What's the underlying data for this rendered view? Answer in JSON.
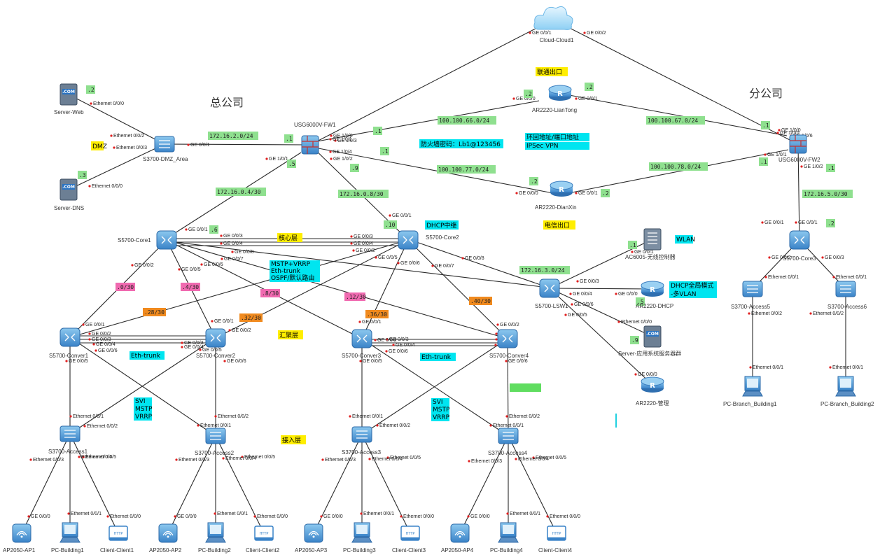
{
  "titles": {
    "hq": "总公司",
    "branch": "分公司"
  },
  "devices": [
    {
      "id": "cloud",
      "type": "cloud",
      "label": "Cloud-Cloud1"
    },
    {
      "id": "fw1",
      "type": "firewall",
      "label": "USG6000V-FW1"
    },
    {
      "id": "fw2",
      "type": "firewall",
      "label": "USG6000V-FW2"
    },
    {
      "id": "lt",
      "type": "router",
      "label": "AR2220-LianTong"
    },
    {
      "id": "dx",
      "type": "router",
      "label": "AR2220-DianXin"
    },
    {
      "id": "dmz",
      "type": "l2switch",
      "label": "S3700-DMZ_Area"
    },
    {
      "id": "web",
      "type": "server",
      "label": "Server-Web"
    },
    {
      "id": "dns",
      "type": "server",
      "label": "Server-DNS"
    },
    {
      "id": "core1",
      "type": "l3switch",
      "label": "S5700-Core1"
    },
    {
      "id": "core2",
      "type": "l3switch",
      "label": "S5700-Core2"
    },
    {
      "id": "core3",
      "type": "l3switch",
      "label": "S5700-Core3"
    },
    {
      "id": "lsw1",
      "type": "l3switch",
      "label": "S5700-LSW1"
    },
    {
      "id": "ac",
      "type": "ac",
      "label": "AC6005-无线控制器"
    },
    {
      "id": "dhcp",
      "type": "router",
      "label": "AR2220-DHCP"
    },
    {
      "id": "appsrv",
      "type": "server",
      "label": "Server-应用系统服务器群"
    },
    {
      "id": "mgmt",
      "type": "router",
      "label": "AR2220-管理"
    },
    {
      "id": "c1",
      "type": "l3switch",
      "label": "S5700-Conver1"
    },
    {
      "id": "c2",
      "type": "l3switch",
      "label": "S5700-Conver2"
    },
    {
      "id": "c3",
      "type": "l3switch",
      "label": "S5700-Conver3"
    },
    {
      "id": "c4",
      "type": "l3switch",
      "label": "S5700-Conver4"
    },
    {
      "id": "a1",
      "type": "l2switch",
      "label": "S3700-Access1"
    },
    {
      "id": "a2",
      "type": "l2switch",
      "label": "S3700-Access2"
    },
    {
      "id": "a3",
      "type": "l2switch",
      "label": "S3700-Access3"
    },
    {
      "id": "a4",
      "type": "l2switch",
      "label": "S3700-Access4"
    },
    {
      "id": "a5",
      "type": "l2switch",
      "label": "S3700-Access5"
    },
    {
      "id": "a6",
      "type": "l2switch",
      "label": "S3700-Access6"
    },
    {
      "id": "ap1",
      "type": "ap",
      "label": "AP2050-AP1"
    },
    {
      "id": "pc1",
      "type": "pc",
      "label": "PC-Building1"
    },
    {
      "id": "cl1",
      "type": "client",
      "label": "Client-Client1"
    },
    {
      "id": "ap2",
      "type": "ap",
      "label": "AP2050-AP2"
    },
    {
      "id": "pc2",
      "type": "pc",
      "label": "PC-Building2"
    },
    {
      "id": "cl2",
      "type": "client",
      "label": "Client-Client2"
    },
    {
      "id": "ap3",
      "type": "ap",
      "label": "AP2050-AP3"
    },
    {
      "id": "pc3",
      "type": "pc",
      "label": "PC-Building3"
    },
    {
      "id": "cl3",
      "type": "client",
      "label": "Client-Client3"
    },
    {
      "id": "ap4",
      "type": "ap",
      "label": "AP2050-AP4"
    },
    {
      "id": "pc4",
      "type": "pc",
      "label": "PC-Building4"
    },
    {
      "id": "cl4",
      "type": "client",
      "label": "Client-Client4"
    },
    {
      "id": "pcb1",
      "type": "pc",
      "label": "PC-Branch_Building1"
    },
    {
      "id": "pcb2",
      "type": "pc",
      "label": "PC-Branch_Building2"
    }
  ],
  "links": [
    [
      "fw1",
      "cloud"
    ],
    [
      "cloud",
      "fw2"
    ],
    [
      "fw1",
      "lt"
    ],
    [
      "lt",
      "fw2"
    ],
    [
      "fw1",
      "dx"
    ],
    [
      "dx",
      "fw2"
    ],
    [
      "web",
      "dmz"
    ],
    [
      "dns",
      "dmz"
    ],
    [
      "dmz",
      "fw1"
    ],
    [
      "fw1",
      "core1"
    ],
    [
      "fw1",
      "core2"
    ],
    [
      "core1",
      "core2"
    ],
    [
      "core1",
      "core2"
    ],
    [
      "core1",
      "core2"
    ],
    [
      "core1",
      "c1"
    ],
    [
      "core1",
      "c2"
    ],
    [
      "core1",
      "c3"
    ],
    [
      "core1",
      "c4"
    ],
    [
      "core1",
      "lsw1"
    ],
    [
      "core2",
      "c1"
    ],
    [
      "core2",
      "c2"
    ],
    [
      "core2",
      "c3"
    ],
    [
      "core2",
      "c4"
    ],
    [
      "core2",
      "lsw1"
    ],
    [
      "lsw1",
      "ac"
    ],
    [
      "lsw1",
      "dhcp"
    ],
    [
      "lsw1",
      "appsrv"
    ],
    [
      "lsw1",
      "mgmt"
    ],
    [
      "c1",
      "c2"
    ],
    [
      "c1",
      "c2"
    ],
    [
      "c1",
      "c2"
    ],
    [
      "c3",
      "c4"
    ],
    [
      "c3",
      "c4"
    ],
    [
      "c3",
      "c4"
    ],
    [
      "c1",
      "a1"
    ],
    [
      "c1",
      "a2"
    ],
    [
      "c2",
      "a1"
    ],
    [
      "c2",
      "a2"
    ],
    [
      "c3",
      "a3"
    ],
    [
      "c3",
      "a4"
    ],
    [
      "c4",
      "a3"
    ],
    [
      "c4",
      "a4"
    ],
    [
      "a1",
      "ap1"
    ],
    [
      "a1",
      "pc1"
    ],
    [
      "a1",
      "cl1"
    ],
    [
      "a2",
      "ap2"
    ],
    [
      "a2",
      "pc2"
    ],
    [
      "a2",
      "cl2"
    ],
    [
      "a3",
      "ap3"
    ],
    [
      "a3",
      "pc3"
    ],
    [
      "a3",
      "cl3"
    ],
    [
      "a4",
      "ap4"
    ],
    [
      "a4",
      "pc4"
    ],
    [
      "a4",
      "cl4"
    ],
    [
      "fw2",
      "core3"
    ],
    [
      "core3",
      "a5"
    ],
    [
      "core3",
      "a6"
    ],
    [
      "a5",
      "pcb1"
    ],
    [
      "a6",
      "pcb2"
    ]
  ],
  "ports": [
    "GE 0/0/1",
    "GE 0/0/2",
    "Ethernet 0/0/0",
    "Ethernet 0/0/2",
    "Ethernet 0/0/3",
    "GE 0/0/1",
    "Ethernet 0/0/0",
    "GE 1/0/0",
    "GE 1/0/1",
    "GE 1/0/3",
    "GE 1/0/4",
    "GE 1/0/2",
    "GE 1/0/1",
    "GE 1/0/0",
    "GE 0/0/0",
    "GE 0/0/1",
    "GE 1/0/0",
    "GE 1/0/6",
    "GE 1/0/1",
    "GE 1/0/2",
    "GE 0/0/0",
    "GE 0/0/1",
    "GE 0/0/1",
    "GE 0/0/1",
    "GE 0/0/1",
    "GE 0/0/3",
    "GE 0/0/4",
    "GE 0/0/8",
    "GE 0/0/2",
    "GE 0/0/5",
    "GE 0/0/6",
    "GE 0/0/7",
    "GE 0/0/3",
    "GE 0/0/4",
    "GE 0/0/2",
    "GE 0/0/5",
    "GE 0/0/6",
    "GE 0/0/7",
    "GE 0/0/8",
    "GE 0/0/3",
    "GE 0/0/4",
    "GE 0/0/6",
    "GE 0/0/5",
    "GE 0/0/1",
    "GE 0/0/0",
    "Ethernet 0/0/0",
    "GE 0/0/0",
    "GE 0/0/1",
    "GE 0/0/2",
    "GE 0/0/3",
    "GE 0/0/4",
    "GE 0/0/6",
    "GE 0/0/5",
    "GE 0/0/1",
    "GE 0/0/3",
    "GE 0/0/4",
    "GE 0/0/5",
    "GE 0/0/2",
    "GE 0/0/6",
    "GE 0/0/1",
    "GE 0/0/2",
    "GE 0/0/3",
    "GE 0/0/4",
    "GE 0/0/6",
    "GE 0/0/5",
    "GE 0/0/2",
    "GE 0/0/1",
    "GE 0/0/3",
    "GE 0/0/4",
    "GE 0/0/6",
    "Ethernet 0/0/1",
    "Ethernet 0/0/2",
    "Ethernet 0/0/3",
    "Ethernet 0/0/4",
    "Ethernet 0/0/5",
    "Ethernet 0/0/2",
    "Ethernet 0/0/1",
    "Ethernet 0/0/3",
    "Ethernet 0/0/4",
    "Ethernet 0/0/5",
    "Ethernet 0/0/1",
    "Ethernet 0/0/2",
    "Ethernet 0/0/3",
    "Ethernet 0/0/4",
    "Ethernet 0/0/5",
    "Ethernet 0/0/2",
    "Ethernet 0/0/1",
    "Ethernet 0/0/3",
    "Ethernet 0/0/4",
    "Ethernet 0/0/5",
    "GE 0/0/0",
    "Ethernet 0/0/1",
    "Ethernet 0/0/0",
    "GE 0/0/0",
    "Ethernet 0/0/1",
    "Ethernet 0/0/0",
    "GE 0/0/0",
    "Ethernet 0/0/1",
    "Ethernet 0/0/0",
    "GE 0/0/0",
    "Ethernet 0/0/1",
    "Ethernet 0/0/0",
    "GE 0/0/1",
    "GE 0/0/2",
    "GE 0/0/3",
    "Ethernet 0/0/1",
    "Ethernet 0/0/2",
    "Ethernet 0/0/1",
    "Ethernet 0/0/2",
    "Ethernet 0/0/1",
    "Ethernet 0/0/1"
  ],
  "tags": [
    {
      "text": ".2",
      "color": "#8fe08f"
    },
    {
      "text": ".3",
      "color": "#8fe08f"
    },
    {
      "text": "172.16.2.0/24",
      "color": "#8fe08f"
    },
    {
      "text": ".1",
      "color": "#8fe08f"
    },
    {
      "text": ".5",
      "color": "#8fe08f"
    },
    {
      "text": ".9",
      "color": "#8fe08f"
    },
    {
      "text": ".1",
      "color": "#8fe08f"
    },
    {
      "text": ".1",
      "color": "#8fe08f"
    },
    {
      "text": "100.100.66.0/24",
      "color": "#8fe08f"
    },
    {
      "text": ".2",
      "color": "#8fe08f"
    },
    {
      "text": ".2",
      "color": "#8fe08f"
    },
    {
      "text": "100.100.67.0/24",
      "color": "#8fe08f"
    },
    {
      "text": ".1",
      "color": "#8fe08f"
    },
    {
      "text": "100.100.77.0/24",
      "color": "#8fe08f"
    },
    {
      "text": ".2",
      "color": "#8fe08f"
    },
    {
      "text": ".2",
      "color": "#8fe08f"
    },
    {
      "text": "100.100.78.0/24",
      "color": "#8fe08f"
    },
    {
      "text": ".1",
      "color": "#8fe08f"
    },
    {
      "text": ".1",
      "color": "#8fe08f"
    },
    {
      "text": "172.16.0.4/30",
      "color": "#8fe08f"
    },
    {
      "text": "172.16.0.8/30",
      "color": "#8fe08f"
    },
    {
      "text": ".6",
      "color": "#8fe08f"
    },
    {
      "text": ".10",
      "color": "#8fe08f"
    },
    {
      "text": "172.16.5.0/30",
      "color": "#8fe08f"
    },
    {
      "text": ".2",
      "color": "#8fe08f"
    },
    {
      "text": "172.16.3.0/24",
      "color": "#8fe08f"
    },
    {
      "text": ".1",
      "color": "#8fe08f"
    },
    {
      "text": ".5",
      "color": "#8fe08f"
    },
    {
      "text": ".9",
      "color": "#8fe08f"
    },
    {
      "text": ".0/30",
      "color": "#f06ab0"
    },
    {
      "text": ".4/30",
      "color": "#f06ab0"
    },
    {
      "text": ".8/30",
      "color": "#f06ab0"
    },
    {
      "text": ".12/30",
      "color": "#f06ab0"
    },
    {
      "text": ".28/30",
      "color": "#f08a1e"
    },
    {
      "text": ".32/30",
      "color": "#f08a1e"
    },
    {
      "text": ".36/30",
      "color": "#f08a1e"
    },
    {
      "text": ".40/30",
      "color": "#f08a1e"
    },
    {
      "text": "",
      "color": "#60dd60"
    }
  ],
  "notes": [
    {
      "text": "DMZ",
      "bg": "#ffee00"
    },
    {
      "text": "联通出口",
      "bg": "#ffee00"
    },
    {
      "text": "电信出口",
      "bg": "#ffee00"
    },
    {
      "text": "核心层",
      "bg": "#ffee00"
    },
    {
      "text": "汇聚层",
      "bg": "#ffee00"
    },
    {
      "text": "接入层",
      "bg": "#ffee00"
    },
    {
      "text": "防火墙密码：Lb1@123456",
      "bg": "#00e5f0"
    },
    {
      "text": "环回地址/端口地址",
      "bg": "#00e5f0"
    },
    {
      "text": "IPSec VPN",
      "bg": "#00e5f0"
    },
    {
      "text": "DHCP中继",
      "bg": "#00e5f0"
    },
    {
      "text": "WLAN",
      "bg": "#00e5f0"
    },
    {
      "text": "DHCP全局模式",
      "bg": "#00e5f0"
    },
    {
      "text": "-多VLAN",
      "bg": "#00e5f0"
    },
    {
      "text": "MSTP+VRRP",
      "bg": "#00e5f0"
    },
    {
      "text": "Eth-trunk",
      "bg": "#00e5f0"
    },
    {
      "text": "OSPF/默认路由",
      "bg": "#00e5f0"
    },
    {
      "text": "Eth-trunk",
      "bg": "#00e5f0"
    },
    {
      "text": "Eth-trunk",
      "bg": "#00e5f0"
    },
    {
      "text": "SVI",
      "bg": "#00e5f0"
    },
    {
      "text": "MSTP",
      "bg": "#00e5f0"
    },
    {
      "text": "VRRP",
      "bg": "#00e5f0"
    },
    {
      "text": "SVI",
      "bg": "#00e5f0"
    },
    {
      "text": "MSTP",
      "bg": "#00e5f0"
    },
    {
      "text": "VRRP",
      "bg": "#00e5f0"
    }
  ]
}
